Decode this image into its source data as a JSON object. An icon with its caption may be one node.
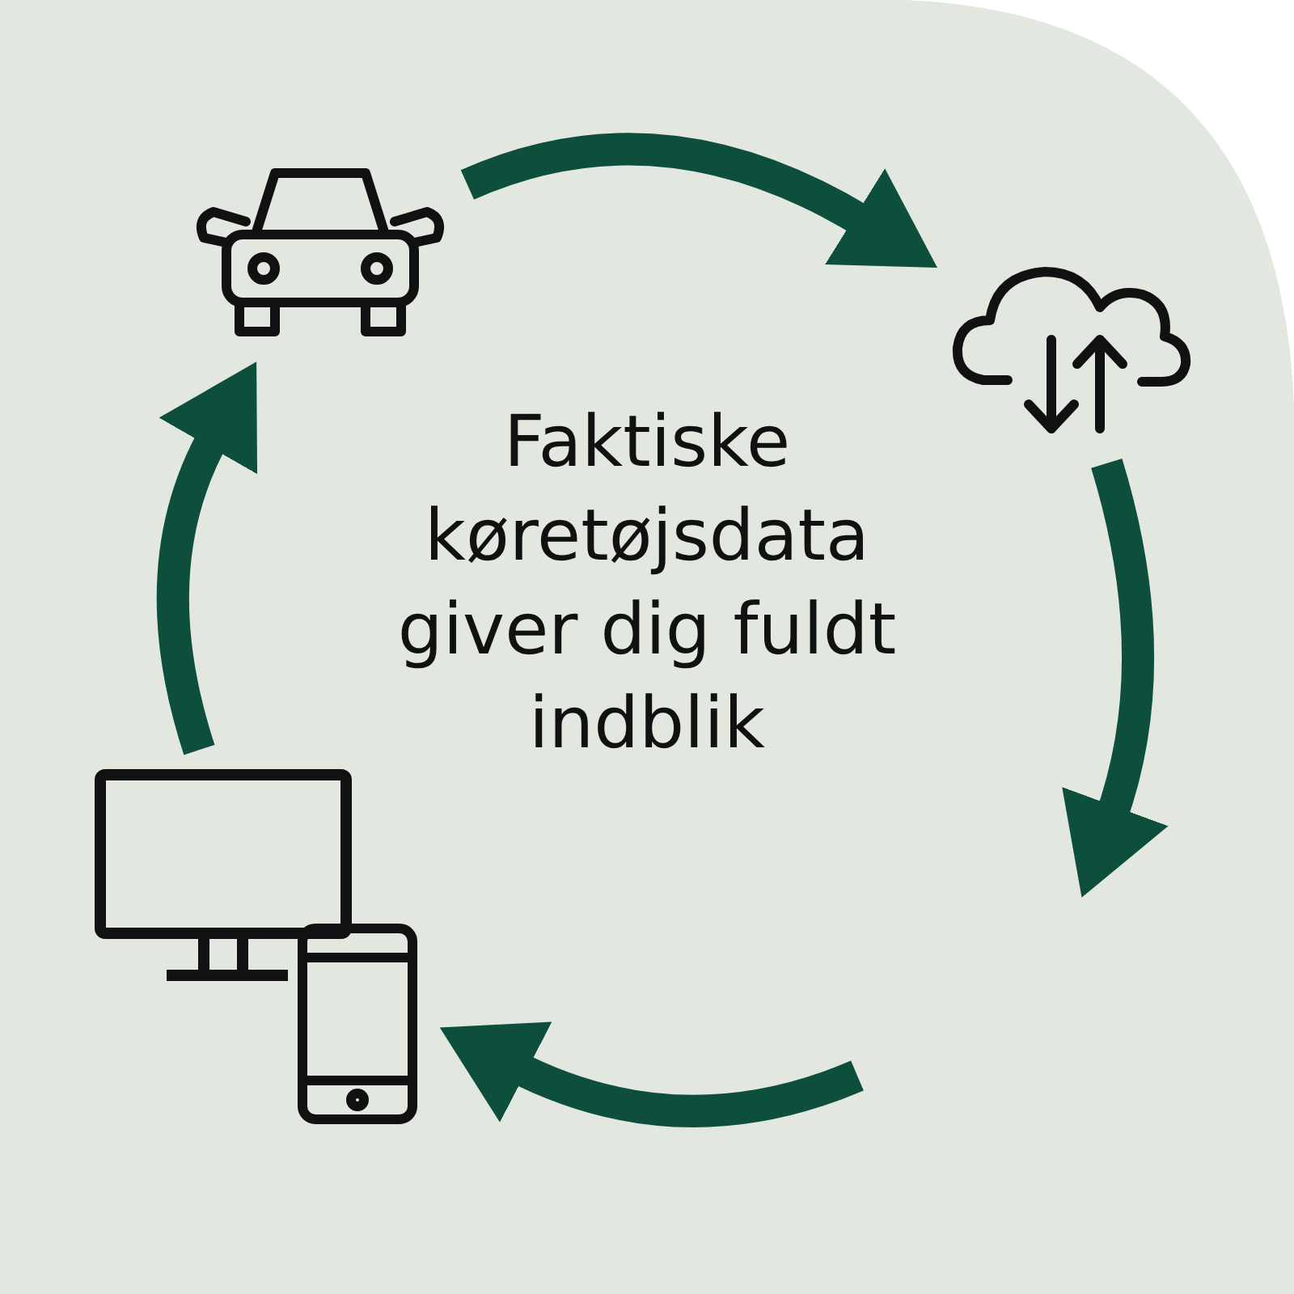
{
  "diagram": {
    "nodes": [
      {
        "text": [],
        "shape": "picture"
      },
      {
        "text": [],
        "shape": "picture"
      },
      {
        "text": [],
        "shape": "picture"
      }
    ],
    "edges": [
      {
        "from": 0,
        "to": 1,
        "arrow": "to"
      },
      {
        "from": 1,
        "to": null,
        "arrow": "to"
      },
      {
        "from": null,
        "to": 2,
        "arrow": "to"
      },
      {
        "from": 2,
        "to": 0,
        "arrow": "to"
      }
    ],
    "labels": [
      "Faktiske køretøjsdata giver dig fuldt indblik"
    ]
  }
}
